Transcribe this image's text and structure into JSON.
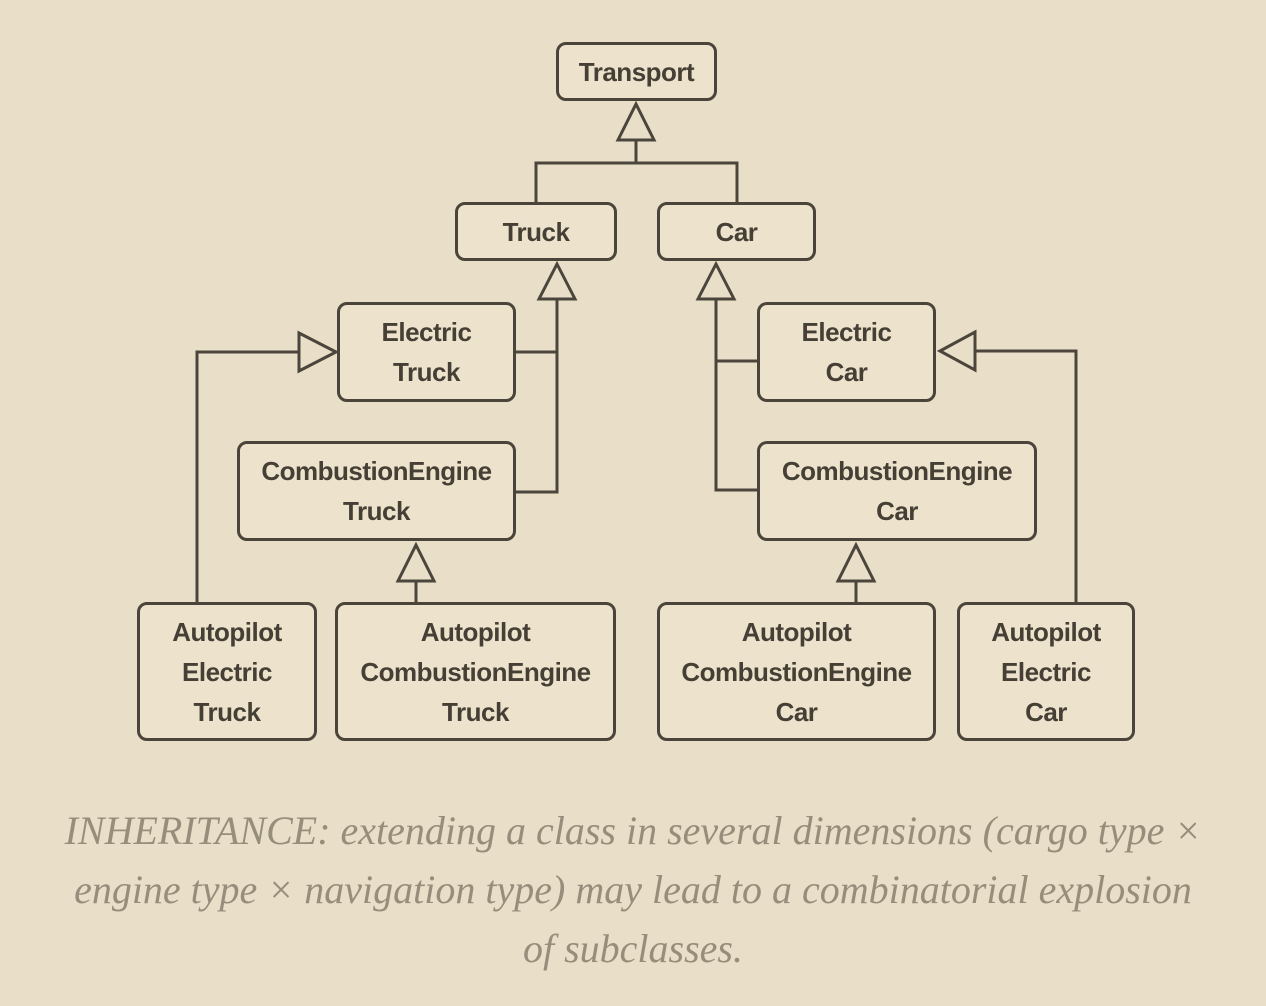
{
  "diagram": {
    "nodes": {
      "transport": {
        "label": "Transport"
      },
      "truck": {
        "label": "Truck"
      },
      "car": {
        "label": "Car"
      },
      "electric_truck": {
        "label": "Electric\nTruck"
      },
      "combustion_engine_truck": {
        "label": "CombustionEngine\nTruck"
      },
      "electric_car": {
        "label": "Electric\nCar"
      },
      "combustion_engine_car": {
        "label": "CombustionEngine\nCar"
      },
      "autopilot_electric_truck": {
        "label": "Autopilot\nElectric\nTruck"
      },
      "autopilot_combustion_engine_truck": {
        "label": "Autopilot\nCombustionEngine\nTruck"
      },
      "autopilot_combustion_engine_car": {
        "label": "Autopilot\nCombustionEngine\nCar"
      },
      "autopilot_electric_car": {
        "label": "Autopilot\nElectric\nCar"
      }
    },
    "inheritance_edges": [
      {
        "child": "Truck",
        "parent": "Transport"
      },
      {
        "child": "Car",
        "parent": "Transport"
      },
      {
        "child": "ElectricTruck",
        "parent": "Truck"
      },
      {
        "child": "CombustionEngineTruck",
        "parent": "Truck"
      },
      {
        "child": "AutopilotElectricTruck",
        "parent": "ElectricTruck"
      },
      {
        "child": "AutopilotCombustionEngineTruck",
        "parent": "CombustionEngineTruck"
      },
      {
        "child": "ElectricCar",
        "parent": "Car"
      },
      {
        "child": "CombustionEngineCar",
        "parent": "Car"
      },
      {
        "child": "AutopilotElectricCar",
        "parent": "ElectricCar"
      },
      {
        "child": "AutopilotCombustionEngineCar",
        "parent": "CombustionEngineCar"
      }
    ]
  },
  "caption": {
    "lines": [
      "INHERITANCE: extending a class in several dimensions (cargo type ×",
      "engine type × navigation type) may lead to a combinatorial explosion",
      "of subclasses."
    ]
  },
  "colors": {
    "background": "#e9dfc8",
    "node_fill": "#ede3cc",
    "node_border": "#4a443a",
    "node_text": "#453f35",
    "connector": "#4c453b",
    "caption_text": "#978d7b"
  }
}
